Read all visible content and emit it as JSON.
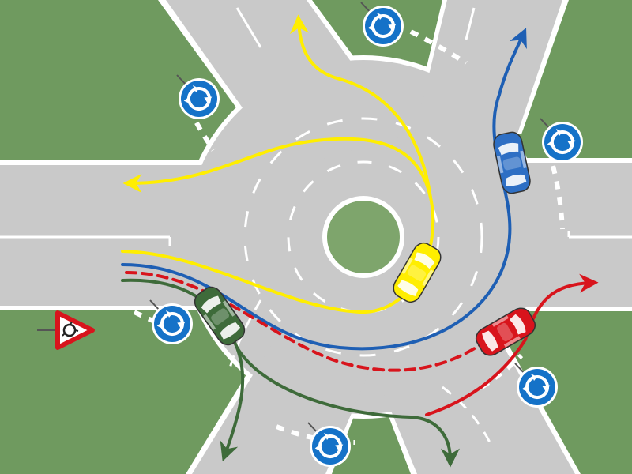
{
  "scene": {
    "colors": {
      "grass": "#6f9a5f",
      "road": "#c9c9c9",
      "road_edge": "#ffffff",
      "island": "#7ea56c",
      "lane_mark": "#ffffff",
      "yellow": "#ffee00",
      "blue": "#1e5fb4",
      "red": "#d8141c",
      "green": "#3e6b3a",
      "sign_blue": "#1572c8",
      "sign_red": "#d8141c"
    },
    "icons": {
      "roundabout_sign": "roundabout-mandatory-sign-icon",
      "warning_sign": "roundabout-ahead-warning-sign-icon"
    },
    "vehicles": [
      {
        "name": "yellow-car",
        "color": "#ffee00"
      },
      {
        "name": "blue-car",
        "color": "#2e6fc4"
      },
      {
        "name": "red-car",
        "color": "#d8141c"
      },
      {
        "name": "green-car",
        "color": "#3e6b3a"
      }
    ]
  }
}
